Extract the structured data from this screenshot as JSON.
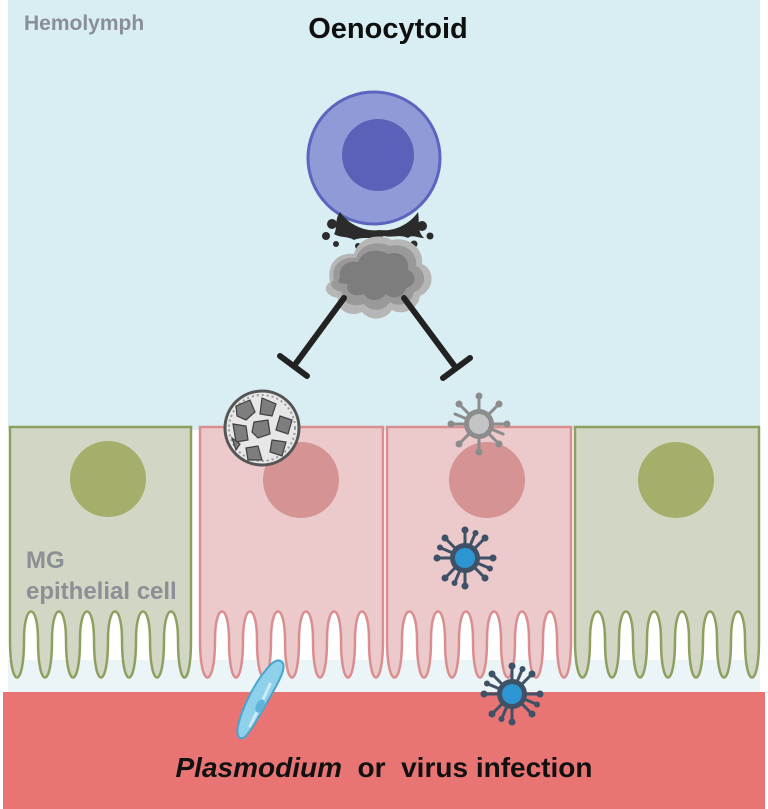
{
  "labels": {
    "compartment": "Hemolymph",
    "cell_title": "Oenocytoid",
    "epithelium_line1": "MG",
    "epithelium_line2": "epithelial cell",
    "infection_pathogen": "Plasmodium",
    "infection_connector": "or",
    "infection_rest": "virus infection"
  },
  "icons": [
    "oenocytoid-cell-icon",
    "secretion-cloud-icon",
    "inhibition-arrow-icon",
    "melanized-parasite-icon",
    "virus-icon",
    "plasmodium-ookinete-icon",
    "epithelial-cell-icon"
  ],
  "colors": {
    "hemolymph": "#d9eef3",
    "healthy_cell": "#d1d7c4",
    "healthy_outline": "#8ea060",
    "healthy_nucleus": "#a5ae6a",
    "infected_cell": "#ecc9ca",
    "infected_outline": "#d98f90",
    "infected_nucleus": "#d59394",
    "blood_meal": "#e97474",
    "oenocytoid": "#8f9ad6",
    "oenocytoid_nucleus": "#5b60b9",
    "virus": "#2e95d3"
  }
}
